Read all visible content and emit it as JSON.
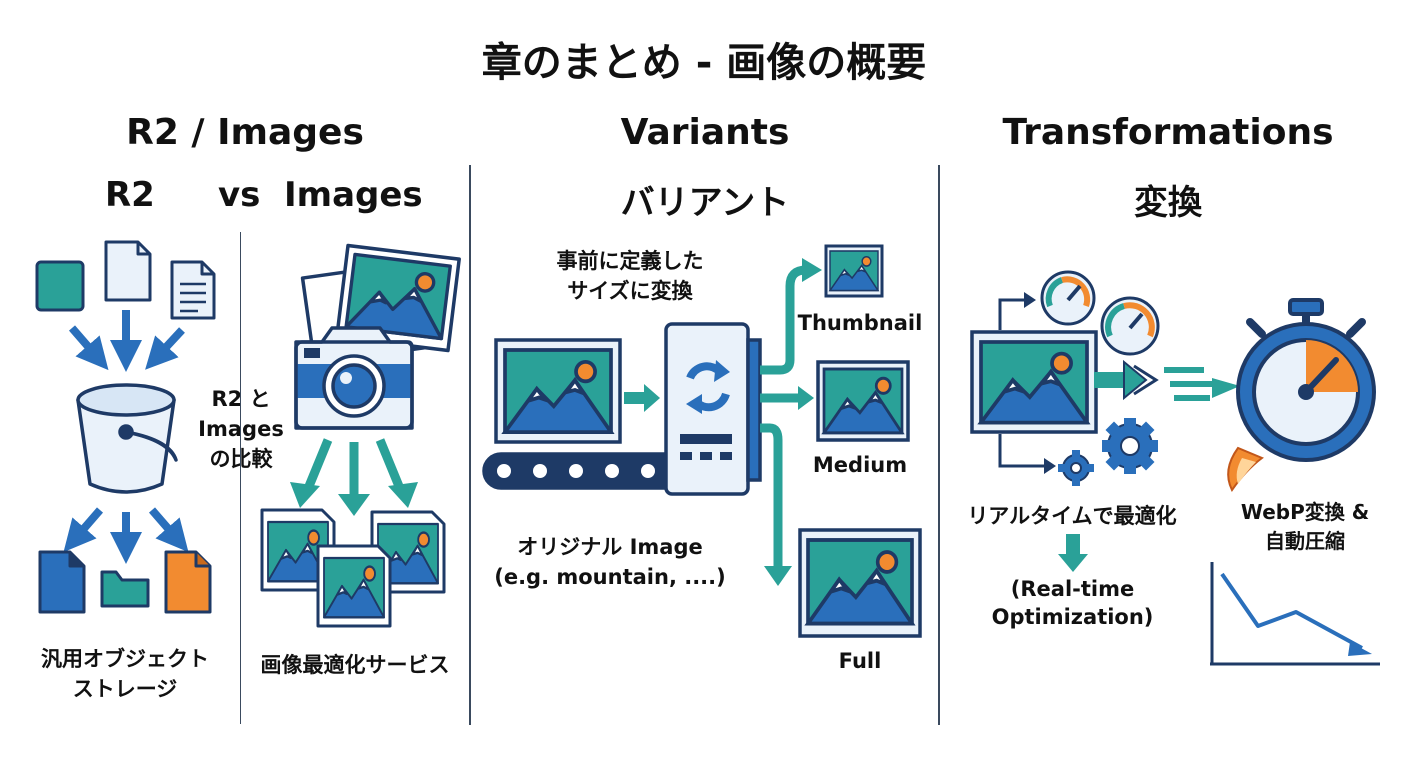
{
  "title": "章のまとめ - 画像の概要",
  "sections": {
    "r2_images": {
      "title": "R2 / Images",
      "sub_left": "R2",
      "sub_vs": "vs",
      "sub_right": "Images",
      "compare_label": [
        "R2 と",
        "Images",
        "の比較"
      ],
      "r2_caption": [
        "汎用オブジェクト",
        "ストレージ"
      ],
      "images_caption": "画像最適化サービス"
    },
    "variants": {
      "title": "Variants",
      "subtitle": "バリアント",
      "predefined_label": [
        "事前に定義した",
        "サイズに変換"
      ],
      "original_label": [
        "オリジナル Image",
        "(e.g. mountain, ....)"
      ],
      "thumbnail": "Thumbnail",
      "medium": "Medium",
      "full": "Full"
    },
    "transformations": {
      "title": "Transformations",
      "subtitle": "変換",
      "realtime_label": "リアルタイムで最適化",
      "realtime_en": [
        "(Real-time",
        "Optimization)"
      ],
      "webp_label": [
        "WebP変換 &",
        "自動圧縮"
      ]
    }
  },
  "colors": {
    "navy": "#1e3a66",
    "blue": "#2a6fbb",
    "teal": "#2aa198",
    "orange": "#f28b30",
    "paper": "#eaf2fa"
  }
}
